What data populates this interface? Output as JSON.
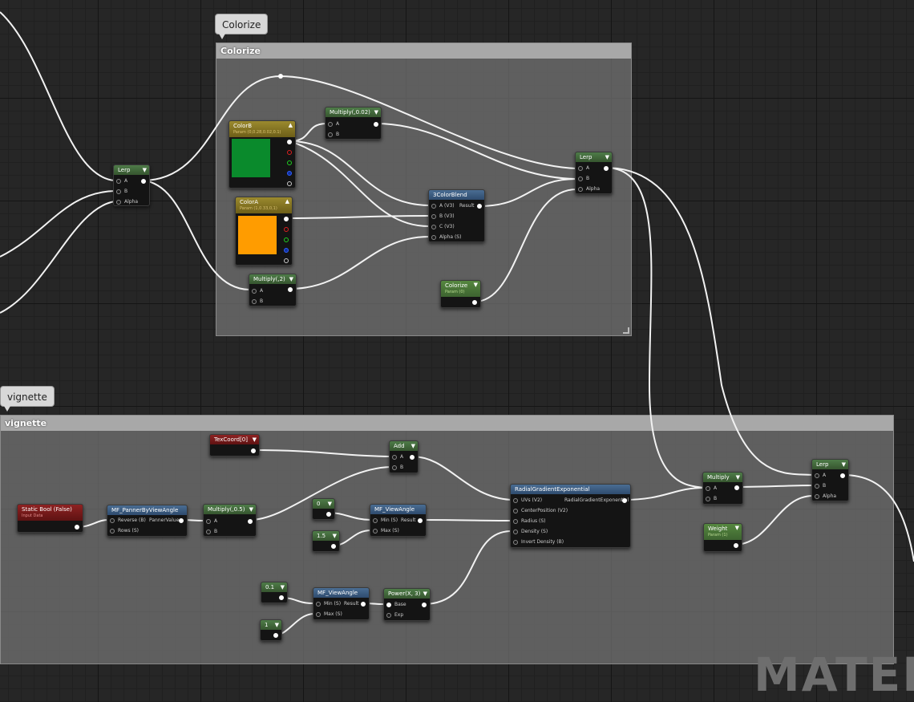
{
  "comments": {
    "colorize": {
      "bubble": "Colorize",
      "title": "Colorize"
    },
    "vignette": {
      "bubble": "vignette",
      "title": "vignette"
    }
  },
  "nodes": {
    "lerp1": {
      "title": "Lerp",
      "pins": {
        "a": "A",
        "b": "B",
        "alpha": "Alpha"
      }
    },
    "color_b": {
      "title": "ColorB",
      "subtitle": "Param (0,0.28,0.02,0.1)",
      "swatch_color": "#0a8a2c"
    },
    "color_a": {
      "title": "ColorA",
      "subtitle": "Param (1,0.33,0,1)",
      "swatch_color": "#ff9c00"
    },
    "multiply_002": {
      "title": "Multiply(,0.02)",
      "pins": {
        "a": "A",
        "b": "B"
      }
    },
    "multiply_2": {
      "title": "Multiply(,2)",
      "pins": {
        "a": "A",
        "b": "B"
      }
    },
    "three_color_blend": {
      "title": "3ColorBlend",
      "pins": {
        "a": "A (V3)",
        "b": "B (V3)",
        "c": "C (V3)",
        "alpha": "Alpha (S)",
        "result": "Result"
      }
    },
    "lerp2": {
      "title": "Lerp",
      "pins": {
        "a": "A",
        "b": "B",
        "alpha": "Alpha"
      }
    },
    "colorize_param": {
      "title": "Colorize",
      "subtitle": "Param (0)"
    },
    "texcoord": {
      "title": "TexCoord[0]"
    },
    "add": {
      "title": "Add",
      "pins": {
        "a": "A",
        "b": "B"
      }
    },
    "static_bool": {
      "title": "Static Bool (False)",
      "subtitle": "Input Data"
    },
    "panner": {
      "title": "MF_PannerByViewAngle",
      "pins": {
        "reverse": "Reverse (B)",
        "rows": "Rows (S)",
        "out": "PannerValue"
      }
    },
    "multiply_05": {
      "title": "Multiply(,0.5)",
      "pins": {
        "a": "A",
        "b": "B"
      }
    },
    "const_0": {
      "title": "0"
    },
    "const_15": {
      "title": "1.5"
    },
    "view_angle1": {
      "title": "MF_ViewAngle",
      "pins": {
        "min": "Min (S)",
        "max": "Max (S)",
        "result": "Result"
      }
    },
    "radial": {
      "title": "RadialGradientExponential",
      "pins": {
        "uvs": "UVs (V2)",
        "center": "CenterPosition (V2)",
        "radius": "Radius (S)",
        "density": "Density (S)",
        "invert": "Invert Density (B)",
        "out": "RadialGradientExponential"
      }
    },
    "const_01": {
      "title": "0.1"
    },
    "const_1": {
      "title": "1"
    },
    "view_angle2": {
      "title": "MF_ViewAngle",
      "pins": {
        "min": "Min (S)",
        "max": "Max (S)",
        "result": "Result"
      }
    },
    "power": {
      "title": "Power(X, 3)",
      "pins": {
        "base": "Base",
        "exp": "Exp"
      }
    },
    "multiply3": {
      "title": "Multiply",
      "pins": {
        "a": "A",
        "b": "B"
      }
    },
    "weight": {
      "title": "Weight",
      "subtitle": "Param (1)"
    },
    "lerp3": {
      "title": "Lerp",
      "pins": {
        "a": "A",
        "b": "B",
        "alpha": "Alpha"
      }
    }
  },
  "watermark": "MATERI"
}
